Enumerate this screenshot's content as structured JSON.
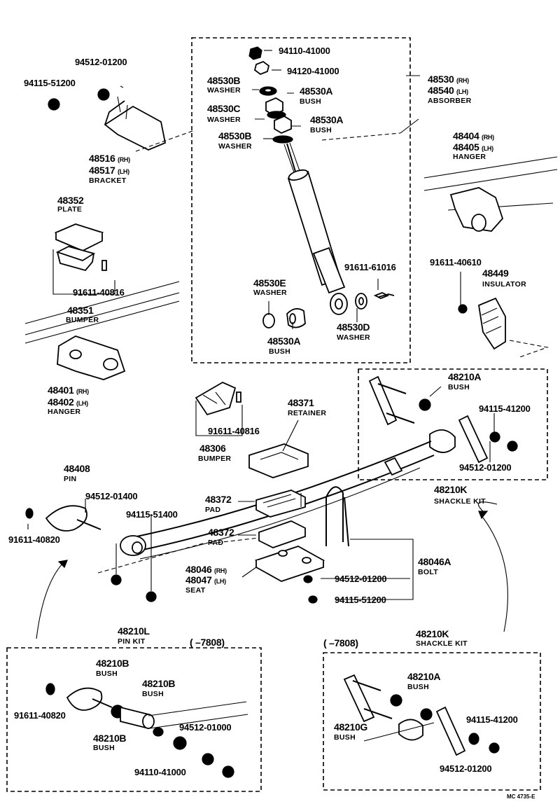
{
  "shock_absorber": {
    "nut": "94110-41000",
    "washer_top_num": "94120-41000",
    "washer_b_upper": {
      "num": "48530B",
      "name": "WASHER"
    },
    "bush_a_upper": {
      "num": "48530A",
      "name": "BUSH"
    },
    "washer_c": {
      "num": "48530C",
      "name": "WASHER"
    },
    "bush_a_mid": {
      "num": "48530A",
      "name": "BUSH"
    },
    "washer_b_lower": {
      "num": "48530B",
      "name": "WASHER"
    },
    "absorber": {
      "rh": "48530",
      "lh": "48540",
      "rh_suffix": "(RH)",
      "lh_suffix": "(LH)",
      "name": "ABSORBER"
    },
    "bolt_lower": "91611-61016",
    "washer_e": {
      "num": "48530E",
      "name": "WASHER"
    },
    "washer_d": {
      "num": "48530D",
      "name": "WASHER"
    },
    "bush_a_lower": {
      "num": "48530A",
      "name": "BUSH"
    }
  },
  "bracket": {
    "nut_a": "94115-51200",
    "nut_b": "94512-01200",
    "part": {
      "rh": "48516",
      "lh": "48517",
      "rh_suffix": "(RH)",
      "lh_suffix": "(LH)",
      "name": "BRACKET"
    }
  },
  "bumper_front": {
    "plate": {
      "num": "48352",
      "name": "PLATE"
    },
    "bolt": "91611-40816",
    "bumper": {
      "num": "48351",
      "name": "BUMPER"
    },
    "hanger": {
      "rh": "48401",
      "lh": "48402",
      "rh_suffix": "(RH)",
      "lh_suffix": "(LH)",
      "name": "HANGER"
    }
  },
  "hanger_rear": {
    "part": {
      "rh": "48404",
      "lh": "48405",
      "rh_suffix": "(RH)",
      "lh_suffix": "(LH)",
      "name": "HANGER"
    },
    "bolt": "91611-40610",
    "insulator": {
      "num": "48449",
      "name": "INSULATOR"
    }
  },
  "bumper_mid": {
    "bolt": "91611-40816",
    "bumper": {
      "num": "48306",
      "name": "BUMPER"
    }
  },
  "retainer": {
    "num": "48371",
    "name": "RETAINER"
  },
  "shackle_kit_top": {
    "bush": {
      "num": "48210A",
      "name": "BUSH"
    },
    "nut_a": "94115-41200",
    "nut_b": "94512-01200",
    "kit": {
      "num": "48210K",
      "name": "SHACKLE KIT"
    }
  },
  "pin_group": {
    "pin": {
      "num": "48408",
      "name": "PIN"
    },
    "nut_a": "94512-01400",
    "nut_b": "94115-51400",
    "bolt": "91611-40820"
  },
  "pads": {
    "pad_upper": {
      "num": "48372",
      "name": "PAD"
    },
    "pad_lower": {
      "num": "48372",
      "name": "PAD"
    }
  },
  "seat": {
    "rh": "48046",
    "lh": "48047",
    "rh_suffix": "(RH)",
    "lh_suffix": "(LH)",
    "name": "SEAT"
  },
  "u_bolt": {
    "num": "48046A",
    "name": "BOLT",
    "nut_a": "94512-01200",
    "nut_b": "94115-51200"
  },
  "pin_kit_inset": {
    "kit": {
      "num": "48210L",
      "name": "PIN KIT"
    },
    "range": "(      –7808)",
    "bush_1": {
      "num": "48210B",
      "name": "BUSH"
    },
    "bush_2": {
      "num": "48210B",
      "name": "BUSH"
    },
    "bolt": "91611-40820",
    "bush_3": {
      "num": "48210B",
      "name": "BUSH"
    },
    "nut_a": "94512-01000",
    "nut_b": "94110-41000"
  },
  "shackle_kit_inset": {
    "kit": {
      "num": "48210K",
      "name": "SHACKLE KIT"
    },
    "range": "(      –7808)",
    "bush_a": {
      "num": "48210A",
      "name": "BUSH"
    },
    "bush_g": {
      "num": "48210G",
      "name": "BUSH"
    },
    "nut_a": "94115-41200",
    "nut_b": "94512-01200"
  },
  "footer_code": "MC 4735-E"
}
